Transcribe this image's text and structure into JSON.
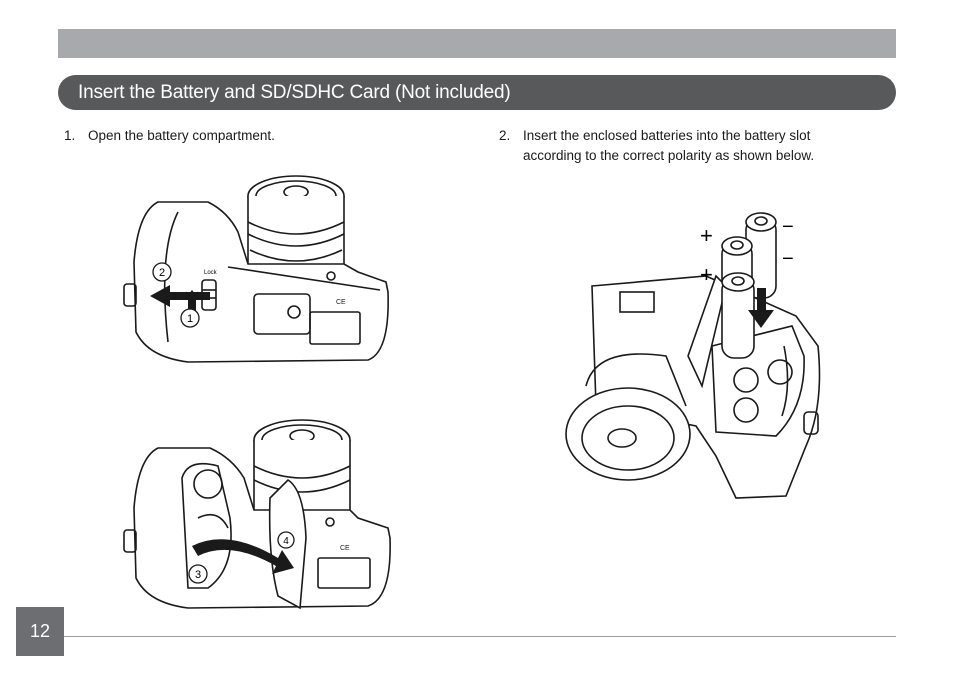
{
  "header_bar": {},
  "section": {
    "title": "Insert the Battery and SD/SDHC Card (Not included)"
  },
  "steps": [
    {
      "number": "1.",
      "text": "Open the battery compartment."
    },
    {
      "number": "2.",
      "text": "Insert the enclosed batteries into the battery slot according to the correct polarity as shown below."
    }
  ],
  "illustrations": {
    "camera_top": {
      "callouts": [
        "2",
        "1"
      ],
      "label_mode": "Lock",
      "label_lock": "Lock"
    },
    "camera_bottom": {
      "callouts": [
        "3",
        "4"
      ]
    },
    "batteries": {
      "plus_sign": "+",
      "minus_sign": "−"
    }
  },
  "footer": {
    "page_number": "12"
  }
}
